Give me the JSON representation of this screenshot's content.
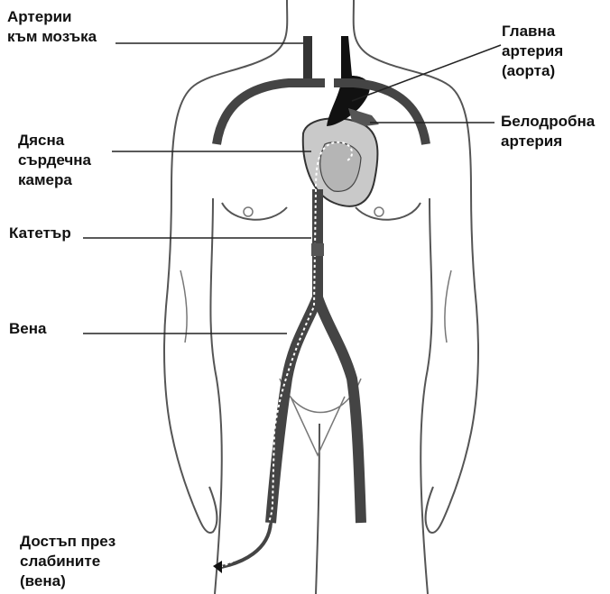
{
  "labels": {
    "brain_arteries": [
      "Артерии",
      "към мозъка"
    ],
    "aorta": [
      "Главна",
      "артерия",
      "(аорта)"
    ],
    "pulmonary_artery": [
      "Белодробна",
      "артерия"
    ],
    "right_ventricle": [
      "Дясна",
      "сърдечна",
      "камера"
    ],
    "catheter": [
      "Катетър"
    ],
    "vein": [
      "Вена"
    ],
    "groin_access": [
      "Достъп през",
      "слабините",
      "(вена)"
    ]
  }
}
